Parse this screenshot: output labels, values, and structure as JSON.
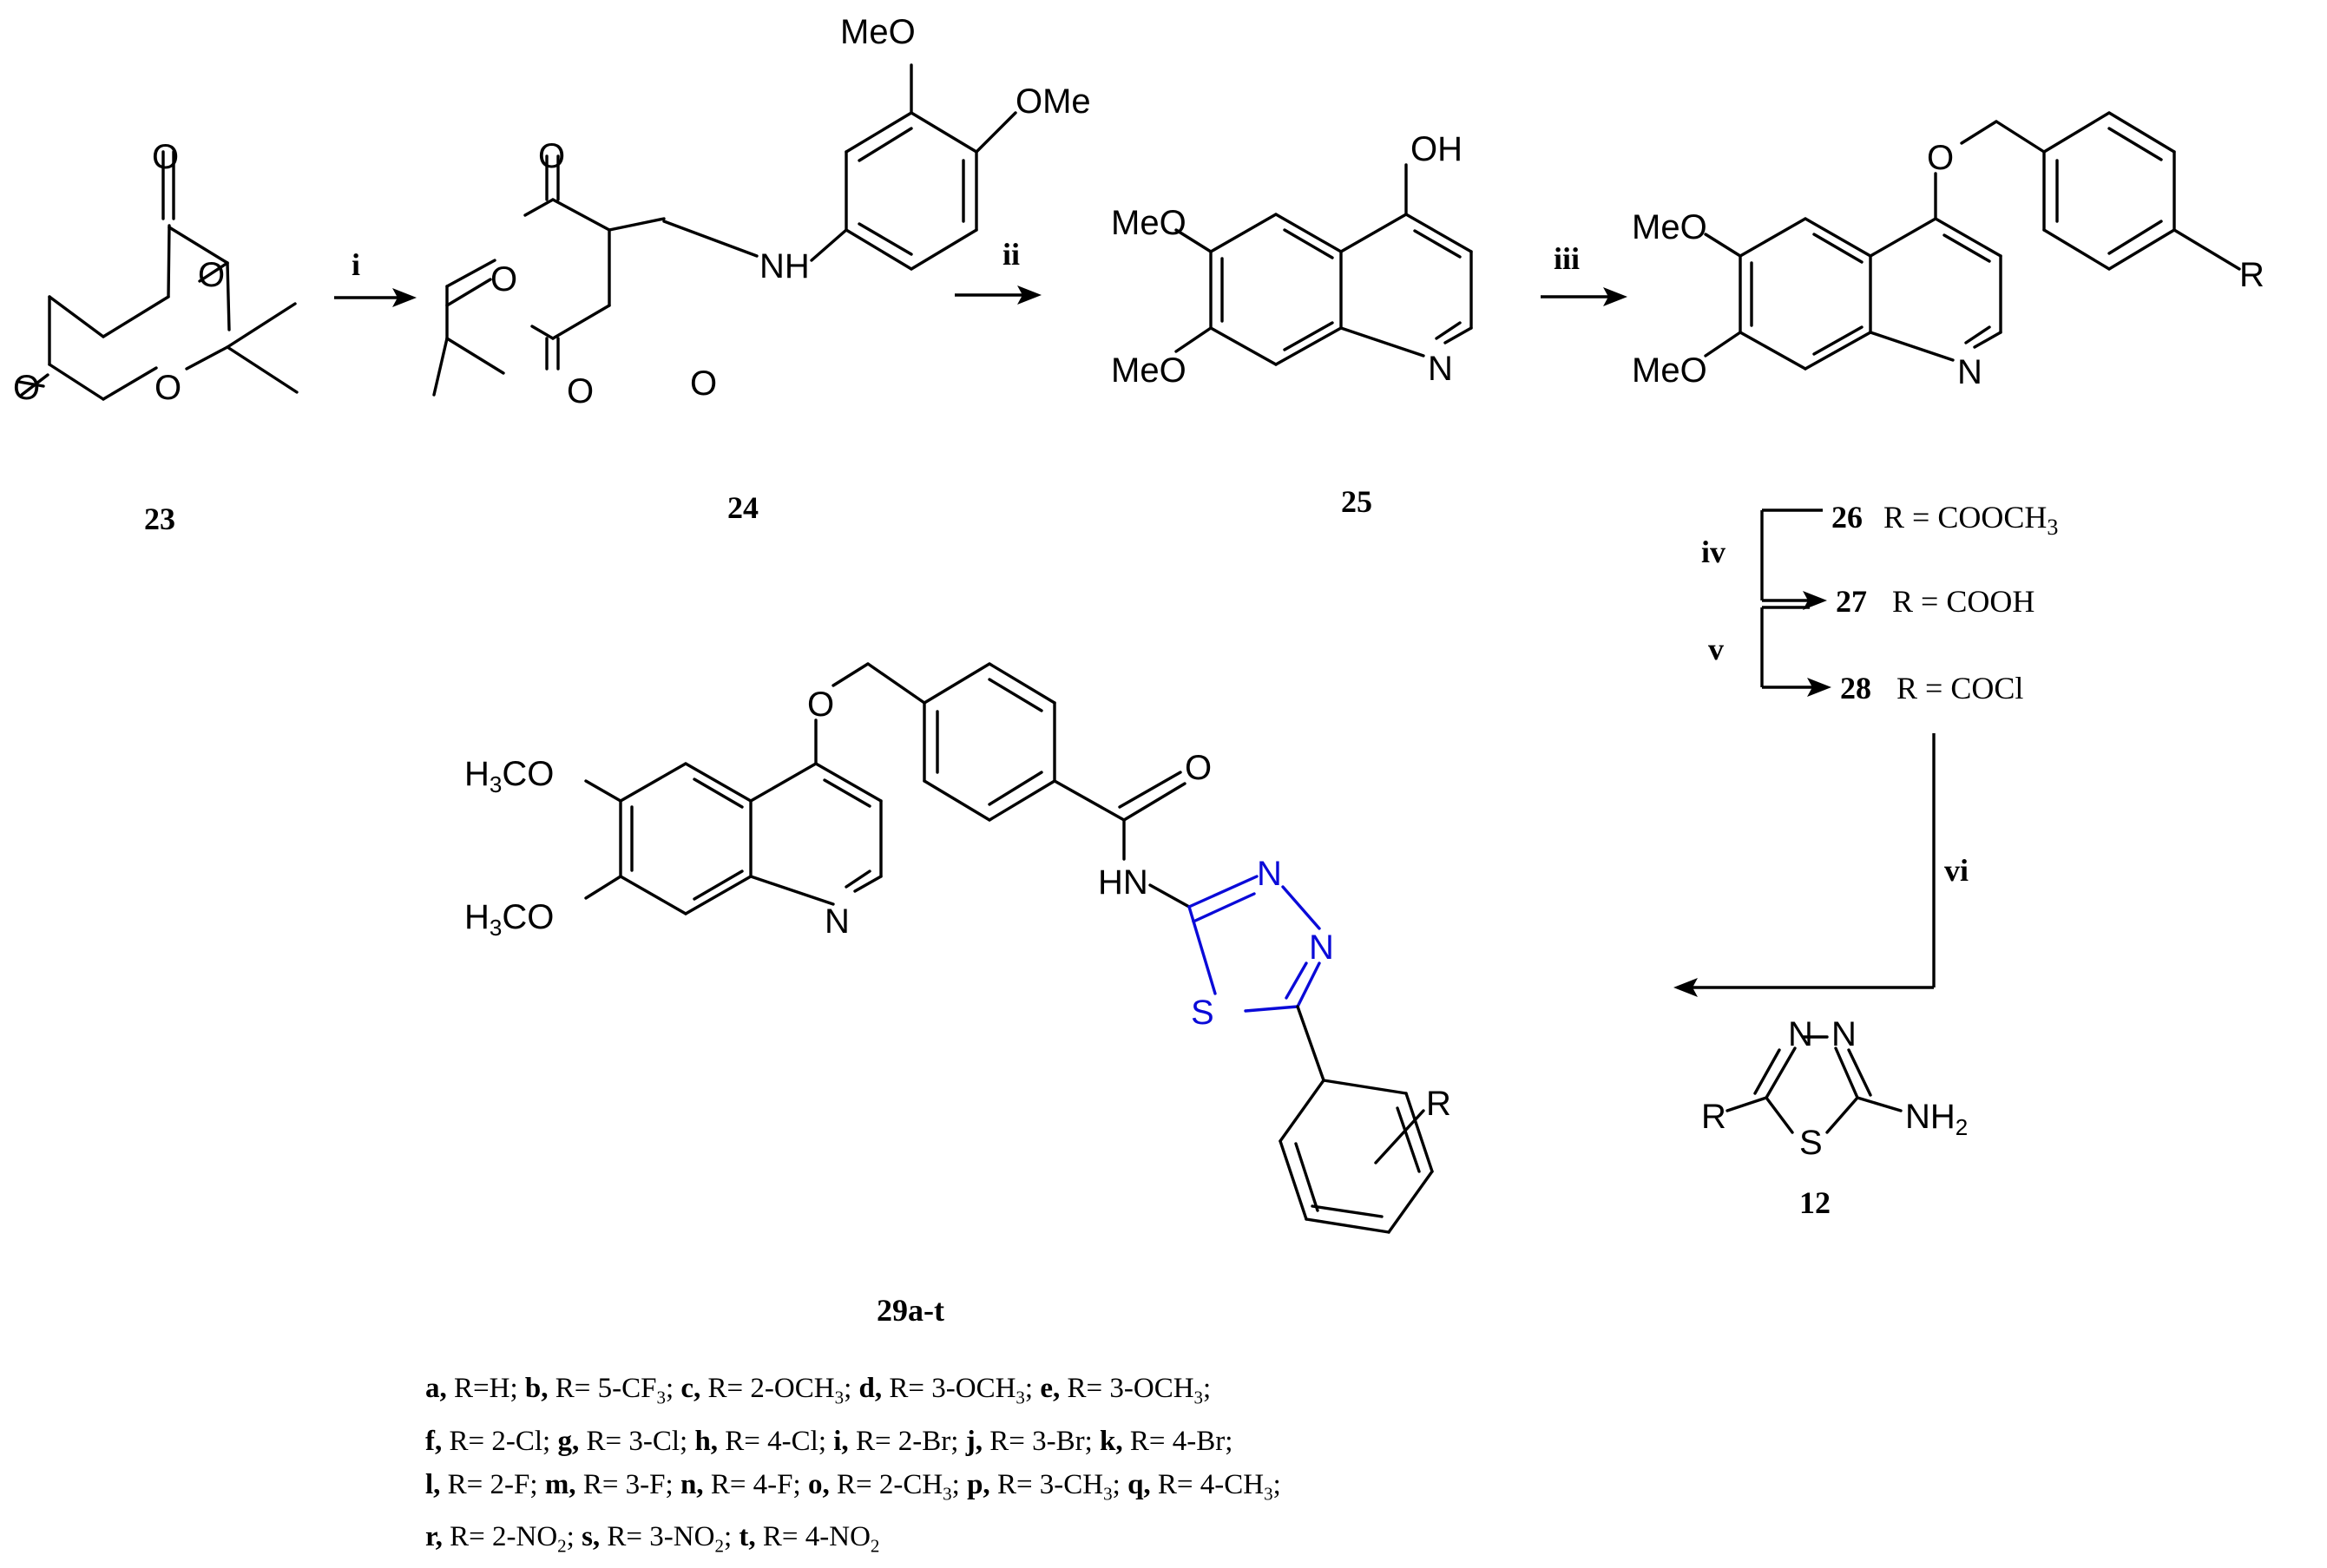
{
  "compounds": {
    "c23": "23",
    "c24": "24",
    "c25": "25",
    "c12": "12",
    "c29": "29a-t",
    "c26": "26",
    "c27": "27",
    "c28": "28",
    "r26": "R = COOCH",
    "r26_sub": "3",
    "r27": "R = COOH",
    "r28": "R = COCl"
  },
  "steps": [
    "i",
    "ii",
    "iii",
    "iv",
    "v",
    "vi"
  ],
  "atoms": {
    "O": "O",
    "N": "N",
    "S": "S",
    "NH": "NH",
    "HN": "HN",
    "OH": "OH",
    "MeO": "MeO",
    "OMe": "OMe",
    "R": "R",
    "H3CO_a": "H",
    "H3CO_b": "3",
    "H3CO_c": "CO",
    "NH2_a": "NH",
    "NH2_b": "2"
  },
  "r_groups": [
    {
      "code": "a,",
      "text": " R=H; "
    },
    {
      "code": "b,",
      "text": " R= 5-CF",
      "sub": "3",
      "tail": "; "
    },
    {
      "code": "c,",
      "text": " R= 2-OCH",
      "sub": "3",
      "tail": "; "
    },
    {
      "code": "d,",
      "text": " R= 3-OCH",
      "sub": "3",
      "tail": "; "
    },
    {
      "code": "e,",
      "text": " R= 3-OCH",
      "sub": "3",
      "tail": ";"
    },
    {
      "code": "f,",
      "text": " R= 2-Cl; "
    },
    {
      "code": "g,",
      "text": " R= 3-Cl; "
    },
    {
      "code": "h,",
      "text": " R= 4-Cl; "
    },
    {
      "code": "i,",
      "text": " R= 2-Br; "
    },
    {
      "code": "j,",
      "text": " R= 3-Br; "
    },
    {
      "code": "k,",
      "text": " R= 4-Br;"
    },
    {
      "code": "l,",
      "text": " R= 2-F; "
    },
    {
      "code": "m,",
      "text": " R= 3-F; "
    },
    {
      "code": "n,",
      "text": " R= 4-F; "
    },
    {
      "code": "o,",
      "text": " R= 2-CH",
      "sub": "3",
      "tail": "; "
    },
    {
      "code": "p,",
      "text": " R= 3-CH",
      "sub": "3",
      "tail": "; "
    },
    {
      "code": "q,",
      "text": " R= 4-CH",
      "sub": "3",
      "tail": "; "
    },
    {
      "code": "r,",
      "text": " R= 2-NO",
      "sub": "2",
      "tail": "; "
    },
    {
      "code": "s,",
      "text": " R= 3-NO",
      "sub": "2",
      "tail": "; "
    },
    {
      "code": "t,",
      "text": " R= 4-NO",
      "sub": "2",
      "tail": ""
    }
  ]
}
